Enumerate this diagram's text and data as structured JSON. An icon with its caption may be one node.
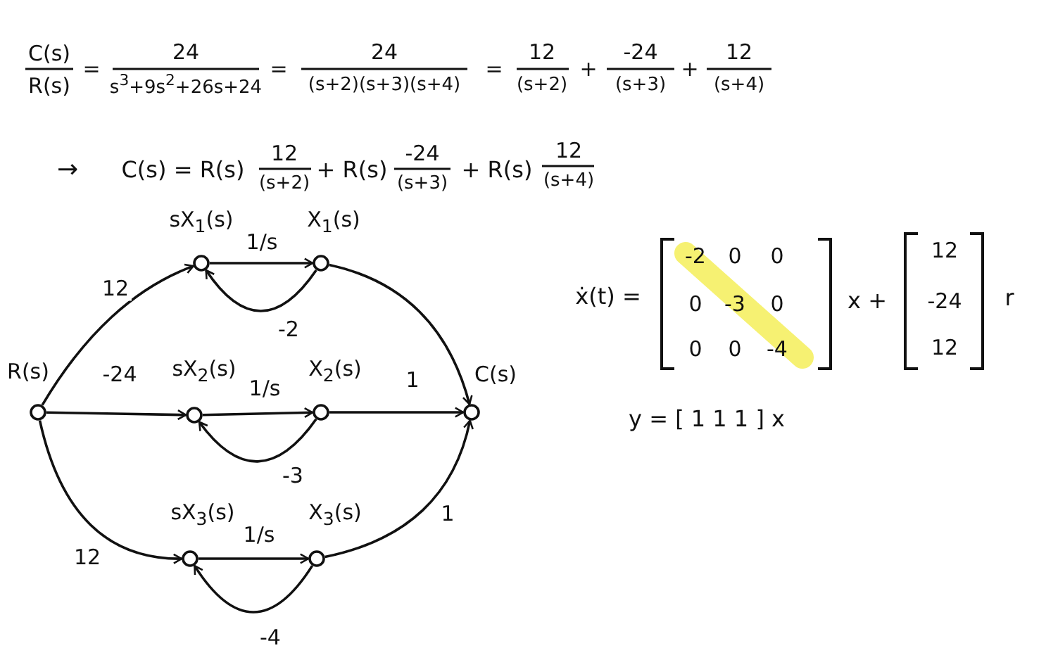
{
  "diagram": {
    "nodes": [
      {
        "text": [],
        "shape": "circle",
        "beside": [
          "R(s)"
        ]
      },
      {
        "text": [],
        "shape": "circle",
        "beside": [
          "sX$_{1}$(s)"
        ]
      },
      {
        "text": [],
        "shape": "circle",
        "beside": [
          "X$_{1}$(s)"
        ]
      },
      {
        "text": [],
        "shape": "circle",
        "beside": [
          "sX$_{2}$(s)"
        ]
      },
      {
        "text": [],
        "shape": "circle",
        "beside": [
          "X$_{2}$(s)"
        ]
      },
      {
        "text": [],
        "shape": "circle",
        "beside": [
          "C(s)"
        ]
      },
      {
        "text": [],
        "shape": "circle",
        "beside": [
          "sX$_{3}$(s)"
        ]
      },
      {
        "text": [],
        "shape": "circle",
        "beside": [
          "X$_{3}$(s)"
        ]
      }
    ],
    "edges": [
      {
        "from": 0,
        "to": 1,
        "arrow": "to",
        "label": "12"
      },
      {
        "from": 1,
        "to": 2,
        "arrow": "to",
        "label": "1/s"
      },
      {
        "from": 2,
        "to": 1,
        "arrow": "to",
        "label": "-2"
      },
      {
        "from": 2,
        "to": 5,
        "arrow": "to"
      },
      {
        "from": 0,
        "to": 3,
        "arrow": "to",
        "label": "-24"
      },
      {
        "from": 3,
        "to": 4,
        "arrow": "to",
        "label": "1/s"
      },
      {
        "from": 4,
        "to": 3,
        "arrow": "to",
        "label": "-3"
      },
      {
        "from": 4,
        "to": 5,
        "arrow": "to",
        "label": "1"
      },
      {
        "from": 0,
        "to": 6,
        "arrow": "to",
        "label": "12"
      },
      {
        "from": 6,
        "to": 7,
        "arrow": "to",
        "label": "1/s"
      },
      {
        "from": 7,
        "to": 6,
        "arrow": "to",
        "label": "-4"
      },
      {
        "from": 7,
        "to": 5,
        "arrow": "to",
        "label": "1"
      }
    ],
    "labels": [
      "C(s)",
      "R(s)",
      "=",
      "24",
      "s$^{3}$+9s$^{2}$+26s+24",
      "=",
      "24",
      "(s+2)(s+3)(s+4)",
      "=",
      "12",
      "(s+2)",
      "+",
      "-24",
      "(s+3)",
      "+",
      "12",
      "(s+4)",
      "→",
      "C(s) = R(s)",
      "12",
      "(s+2)",
      "+ R(s)",
      "-24",
      "(s+3)",
      "+ R(s)",
      "12",
      "(s+4)",
      "ẋ(t) =",
      "-2",
      "0",
      "0",
      "0",
      "-3",
      "0",
      "0",
      "0",
      "-4",
      "x +",
      "12",
      "-24",
      "12",
      "r",
      "y = [ 1 1 1 ] x"
    ]
  }
}
